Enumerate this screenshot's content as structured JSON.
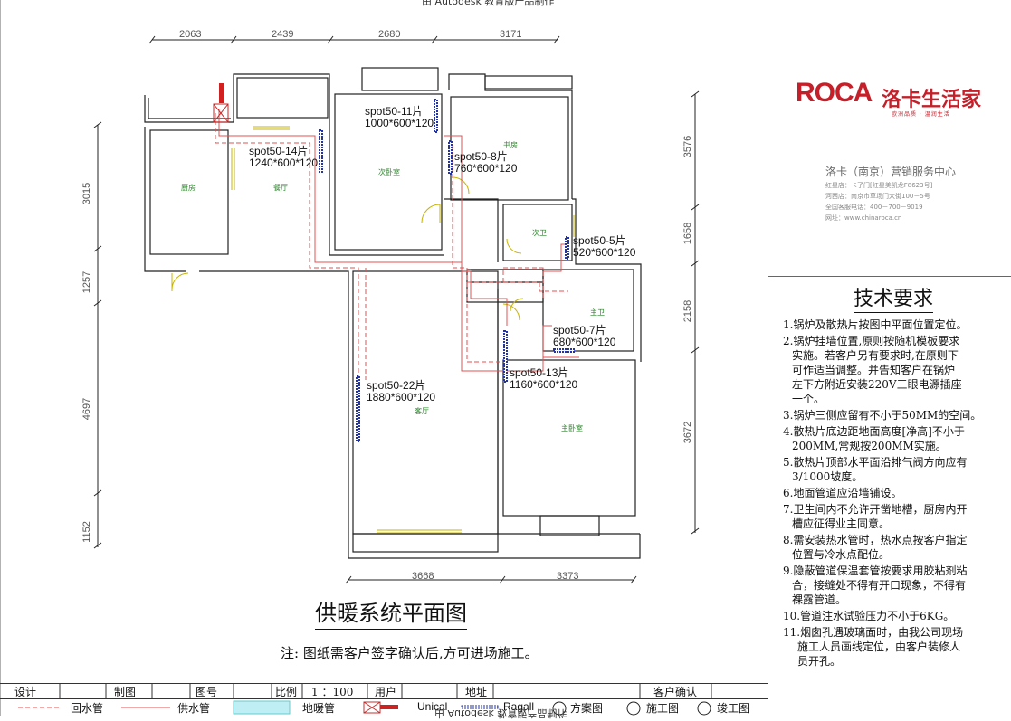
{
  "header": {
    "credit": "由 Autodesk 教育版产品制作"
  },
  "dimensions": {
    "top": [
      "2063",
      "2439",
      "2680",
      "3171"
    ],
    "bottom": [
      "3668",
      "3373"
    ],
    "left": [
      "3015",
      "1257",
      "4697",
      "1152"
    ],
    "right": [
      "3576",
      "1658",
      "2158",
      "3672"
    ]
  },
  "radiators": [
    {
      "name": "spot50-11片",
      "size": "1000*600*120"
    },
    {
      "name": "spot50-14片",
      "size": "1240*600*120"
    },
    {
      "name": "spot50-8片",
      "size": "760*600*120"
    },
    {
      "name": "spot50-5片",
      "size": "520*600*120"
    },
    {
      "name": "spot50-7片",
      "size": "680*600*120"
    },
    {
      "name": "spot50-22片",
      "size": "1880*600*120"
    },
    {
      "name": "spot50-13片",
      "size": "1160*600*120"
    }
  ],
  "rooms": {
    "kitchen": "厨房",
    "dining": "餐厅",
    "second_bedroom": "次卧室",
    "study": "书房",
    "second_bath": "次卫",
    "master_bath": "主卫",
    "living": "客厅",
    "master_bedroom": "主卧室"
  },
  "plan_title": "供暖系统平面图",
  "note": "注: 图纸需客户签字确认后,方可进场施工。",
  "brand": {
    "logo": "ROCA",
    "logo_cn": "洛卡生活家",
    "slogan": "欧洲品质 · 温润生活",
    "company": "洛卡（南京）营销服务中心",
    "info": [
      "红星店：卡了门[红星美凯龙F8623号]",
      "河西店：南京市草场门大街100－5号",
      "全国客服电话：400－700－9019",
      "网址：www.chinaroca.cn"
    ]
  },
  "tech": {
    "title": "技术要求",
    "items": [
      {
        "num": "1.",
        "lines": [
          "锅炉及散热片按图中平面位置定位。"
        ]
      },
      {
        "num": "2.",
        "lines": [
          "锅炉挂墙位置,原则按随机模板要求",
          "实施。若客户另有要求时,在原则下",
          "可作适当调整。并告知客户在锅炉",
          "左下方附近安装220V三眼电源插座",
          "一个。"
        ]
      },
      {
        "num": "3.",
        "lines": [
          "锅炉三侧应留有不小于50MM的空间。"
        ]
      },
      {
        "num": "4.",
        "lines": [
          "散热片底边距地面高度[净高]不小于",
          "200MM,常规按200MM实施。"
        ]
      },
      {
        "num": "5.",
        "lines": [
          "散热片顶部水平面沿排气阀方向应有",
          "3/1000坡度。"
        ]
      },
      {
        "num": "6.",
        "lines": [
          "地面管道应沿墙铺设。"
        ]
      },
      {
        "num": "7.",
        "lines": [
          "卫生间内不允许开凿地槽，厨房内开",
          "槽应征得业主同意。"
        ]
      },
      {
        "num": "8.",
        "lines": [
          "需安装热水管时，热水点按客户指定",
          "位置与冷水点配位。"
        ]
      },
      {
        "num": "9.",
        "lines": [
          "隐蔽管道保温套管按要求用胶粘剂粘",
          "合，接缝处不得有开口现象，不得有",
          "裸露管道。"
        ]
      },
      {
        "num": "10.",
        "lines": [
          "管道注水试验压力不小于6KG。"
        ]
      },
      {
        "num": "11.",
        "lines": [
          "烟囱孔遇玻璃面时，由我公司现场",
          "施工人员画线定位，由客户装修人",
          "员开孔。"
        ]
      }
    ]
  },
  "titlebar": {
    "design": "设计",
    "draw": "制图",
    "drawing_no": "图号",
    "scale_label": "比例",
    "scale_value": "1 ：100",
    "client": "用户",
    "address": "地址",
    "confirm": "客户确认",
    "legend": {
      "return": "回水管",
      "supply": "供水管",
      "floor": "地暖管",
      "unical": "Unical",
      "ragall": "Ragall",
      "plan": "方案图",
      "construct": "施工图",
      "complete": "竣工图"
    }
  },
  "footer": {
    "credit": "由 Autodesk 教育版产品制作"
  }
}
